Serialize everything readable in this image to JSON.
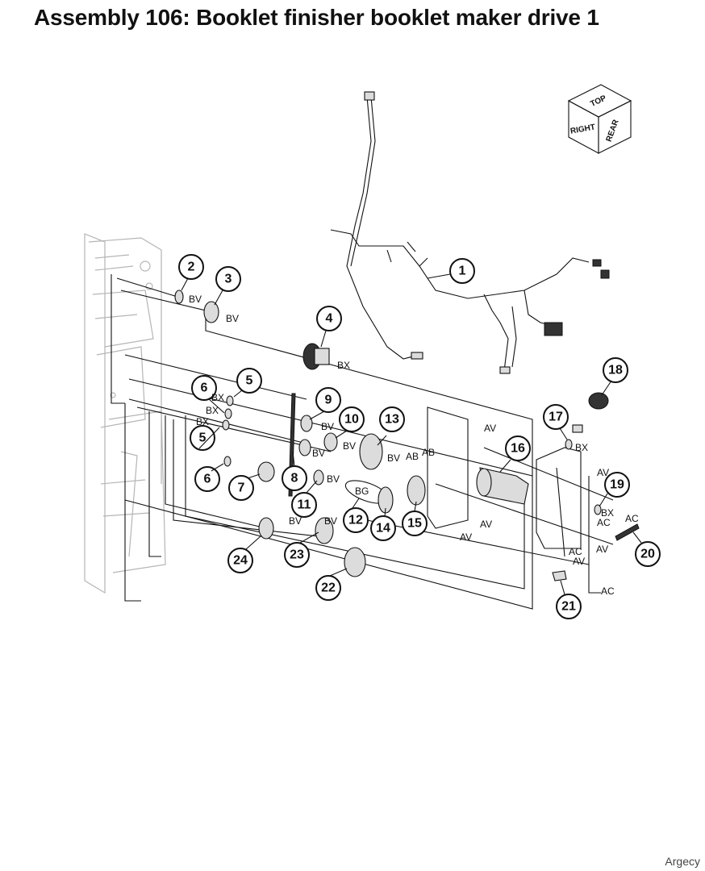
{
  "title": "Assembly 106: Booklet finisher booklet maker drive 1",
  "footer": "Argecy",
  "orientation_cube": {
    "top": "TOP",
    "right": "RIGHT",
    "rear": "REAR"
  },
  "callouts": [
    "1",
    "2",
    "3",
    "4",
    "5",
    "5",
    "6",
    "6",
    "7",
    "8",
    "9",
    "10",
    "11",
    "12",
    "13",
    "14",
    "15",
    "16",
    "17",
    "18",
    "19",
    "20",
    "21",
    "22",
    "23",
    "24"
  ],
  "refs": [
    "BV",
    "BV",
    "BX",
    "BX",
    "BX",
    "BX",
    "BV",
    "BV",
    "BV",
    "BV",
    "BV",
    "BV",
    "BV",
    "BG",
    "AV",
    "AB",
    "AB",
    "AV",
    "AV",
    "AV",
    "BX",
    "AV",
    "AC",
    "BX",
    "AC",
    "AC",
    "AV",
    "AC"
  ]
}
